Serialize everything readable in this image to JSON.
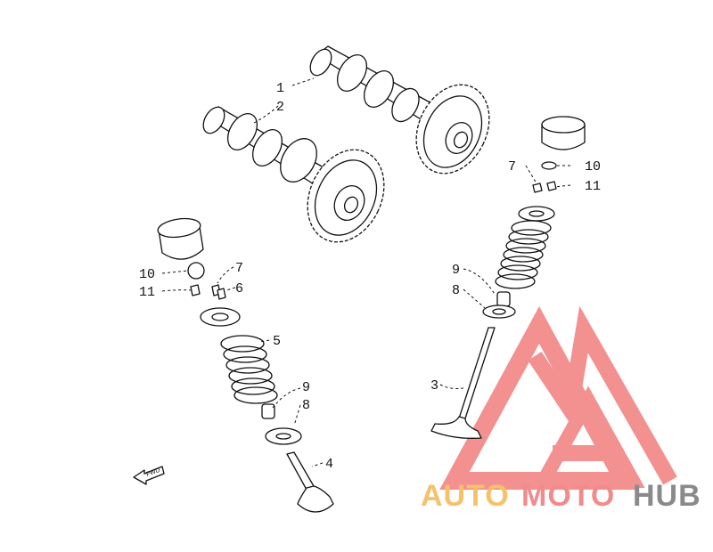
{
  "callouts": {
    "c1": "1",
    "c2": "2",
    "c3": "3",
    "c4": "4",
    "c5": "5",
    "c6": "6",
    "c7a": "7",
    "c7b": "7",
    "c8a": "8",
    "c8b": "8",
    "c9a": "9",
    "c9b": "9",
    "c10a": "10",
    "c10b": "10",
    "c11a": "11",
    "c11b": "11"
  },
  "fwd_label": "FWD",
  "brand": {
    "part1": "AUTO",
    "part2": "MOTO",
    "part3": "HUB",
    "color_auto": "#f5c26b",
    "color_moto": "#f28b8b",
    "color_hub": "#8a8a8a",
    "logo_color": "#f27d7d"
  }
}
